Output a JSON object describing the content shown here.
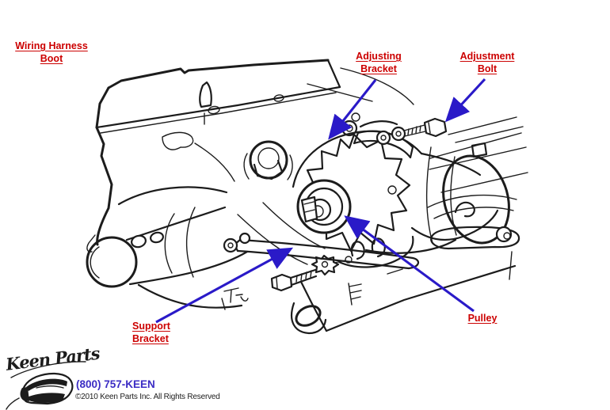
{
  "colors": {
    "label-red": "#cc0000",
    "arrow-blue": "#2a1ac8",
    "phone-blue": "#3b2cc4",
    "ink": "#1c1c1c",
    "bg": "#ffffff"
  },
  "labels": {
    "wiring_harness_boot": {
      "line1": "Wiring Harness",
      "line2": "Boot"
    },
    "adjusting_bracket": {
      "line1": "Adjusting",
      "line2": "Bracket"
    },
    "adjustment_bolt": {
      "line1": "Adjustment",
      "line2": "Bolt"
    },
    "support_bracket": {
      "line1": "Support",
      "line2": "Bracket"
    },
    "pulley": {
      "line1": "Pulley"
    }
  },
  "footer": {
    "logo_script": "Keen Parts",
    "phone": "(800) 757-KEEN",
    "copyright": "©2010 Keen Parts Inc. All Rights Reserved"
  }
}
